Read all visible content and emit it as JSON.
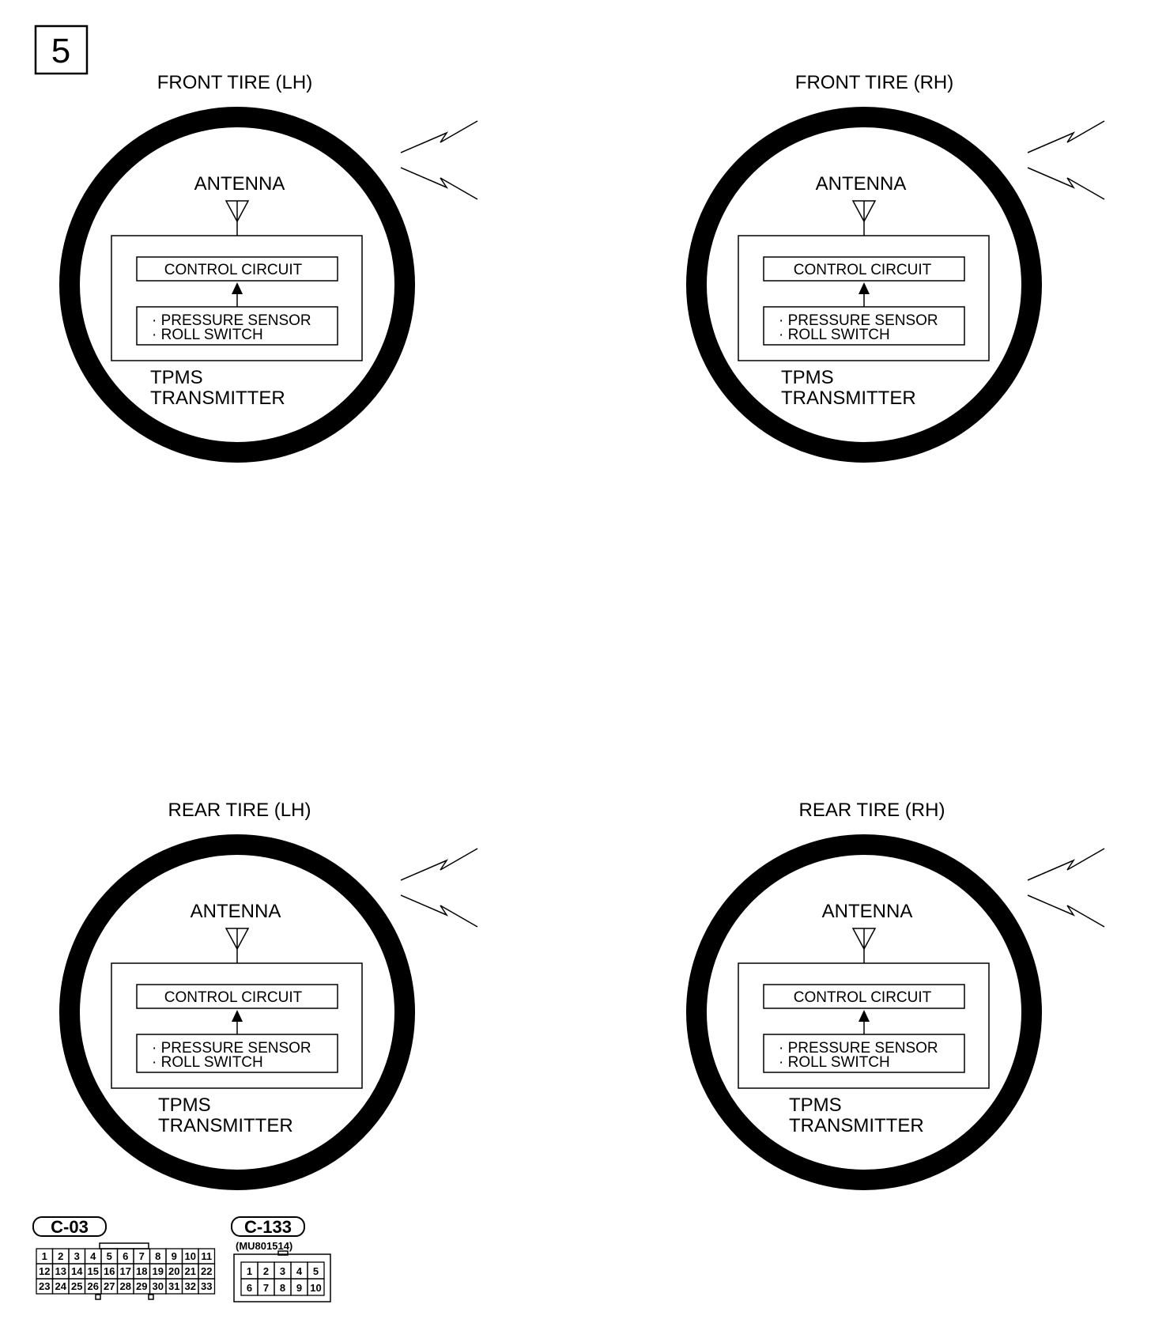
{
  "figure_number": "5",
  "tires": [
    {
      "title": "FRONT TIRE (LH)",
      "antenna": "ANTENNA",
      "control": "CONTROL CIRCUIT",
      "sensor1": "· PRESSURE SENSOR",
      "sensor2": "· ROLL SWITCH",
      "tpms1": "TPMS",
      "tpms2": "TRANSMITTER"
    },
    {
      "title": "FRONT TIRE (RH)",
      "antenna": "ANTENNA",
      "control": "CONTROL CIRCUIT",
      "sensor1": "· PRESSURE SENSOR",
      "sensor2": "· ROLL SWITCH",
      "tpms1": "TPMS",
      "tpms2": "TRANSMITTER"
    },
    {
      "title": "REAR TIRE (LH)",
      "antenna": "ANTENNA",
      "control": "CONTROL CIRCUIT",
      "sensor1": "· PRESSURE SENSOR",
      "sensor2": "· ROLL SWITCH",
      "tpms1": "TPMS",
      "tpms2": "TRANSMITTER"
    },
    {
      "title": "REAR TIRE (RH)",
      "antenna": "ANTENNA",
      "control": "CONTROL CIRCUIT",
      "sensor1": "· PRESSURE SENSOR",
      "sensor2": "· ROLL SWITCH",
      "tpms1": "TPMS",
      "tpms2": "TRANSMITTER"
    }
  ],
  "connectors": [
    {
      "id": "C-03",
      "part": "",
      "rows": [
        [
          "1",
          "2",
          "3",
          "4",
          "5",
          "6",
          "7",
          "8",
          "9",
          "10",
          "11"
        ],
        [
          "12",
          "13",
          "14",
          "15",
          "16",
          "17",
          "18",
          "19",
          "20",
          "21",
          "22"
        ],
        [
          "23",
          "24",
          "25",
          "26",
          "27",
          "28",
          "29",
          "30",
          "31",
          "32",
          "33"
        ]
      ]
    },
    {
      "id": "C-133",
      "part": "(MU801514)",
      "rows": [
        [
          "1",
          "2",
          "3",
          "4",
          "5"
        ],
        [
          "6",
          "7",
          "8",
          "9",
          "10"
        ]
      ]
    }
  ]
}
